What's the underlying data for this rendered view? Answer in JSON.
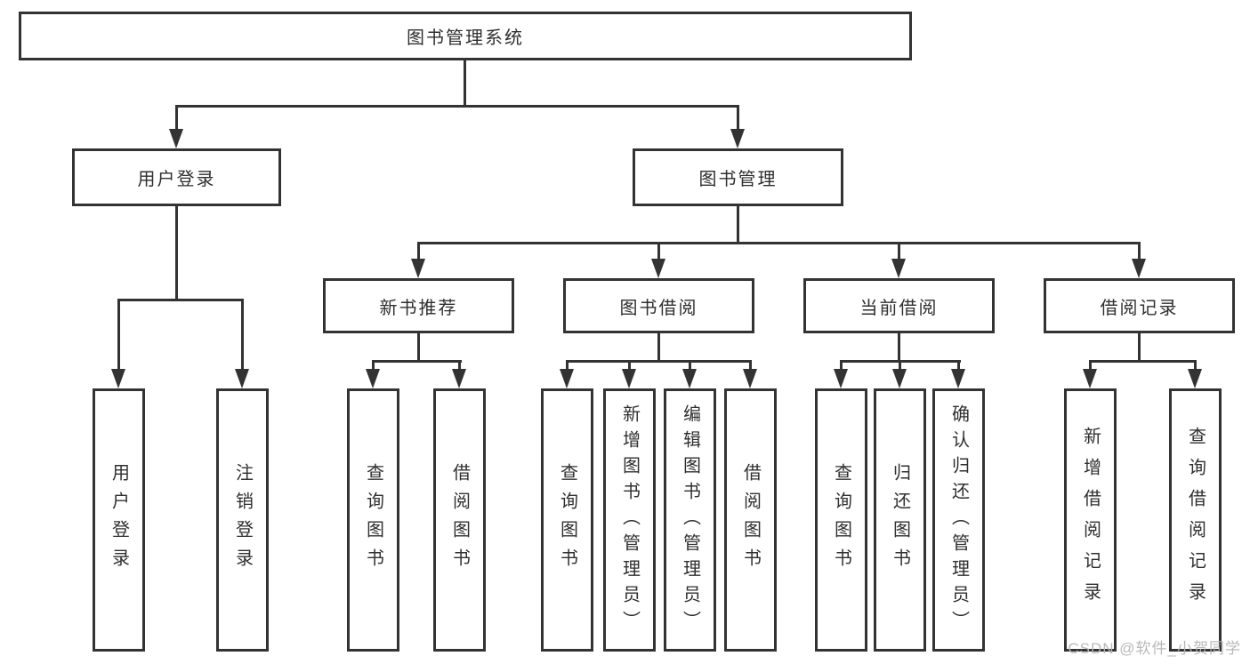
{
  "colors": {
    "line": "#333333",
    "text": "#2f2f2f",
    "background": "#ffffff",
    "watermark": "#b5b5b5"
  },
  "diagram": {
    "root": "图书管理系统",
    "user_login": {
      "label": "用户登录",
      "children": [
        "用户登录",
        "注销登录"
      ]
    },
    "book_management": {
      "label": "图书管理",
      "sections": [
        {
          "label": "新书推荐",
          "children": [
            "查询图书",
            "借阅图书"
          ]
        },
        {
          "label": "图书借阅",
          "children": [
            "查询图书",
            "新增图书（管理员）",
            "编辑图书（管理员）",
            "借阅图书"
          ]
        },
        {
          "label": "当前借阅",
          "children": [
            "查询图书",
            "归还图书",
            "确认归还（管理员）"
          ]
        },
        {
          "label": "借阅记录",
          "children": [
            "新增借阅记录",
            "查询借阅记录"
          ]
        }
      ]
    }
  },
  "watermark": {
    "text": "CSDN @软件_小贺同学"
  }
}
